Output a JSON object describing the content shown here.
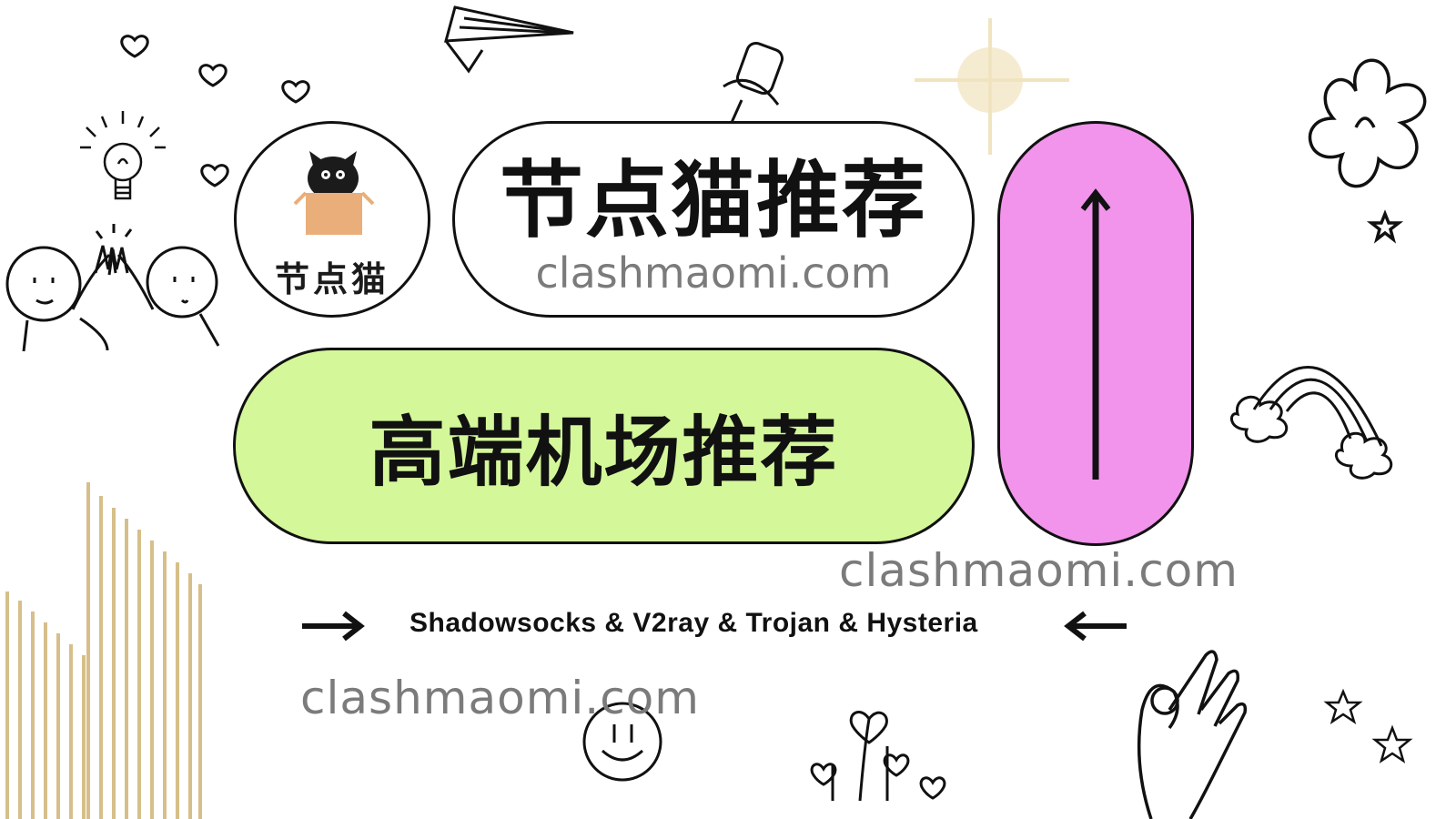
{
  "logo": {
    "caption": "节点猫",
    "icon": "cat-in-box-icon"
  },
  "header_pill": {
    "title": "节点猫推荐",
    "subtitle": "clashmaomi.com"
  },
  "green_pill": {
    "title": "高端机场推荐",
    "color": "#d4f79a"
  },
  "pink_pill": {
    "color": "#f293ec",
    "icon": "arrow-up-icon"
  },
  "protocols": {
    "text": "Shadowsocks & V2ray & Trojan & Hysteria"
  },
  "watermarks": {
    "right": "clashmaomi.com",
    "left": "clashmaomi.com"
  },
  "decor_colors": {
    "stripes": "#d6bf8a",
    "glow": "#f2e6c4"
  }
}
